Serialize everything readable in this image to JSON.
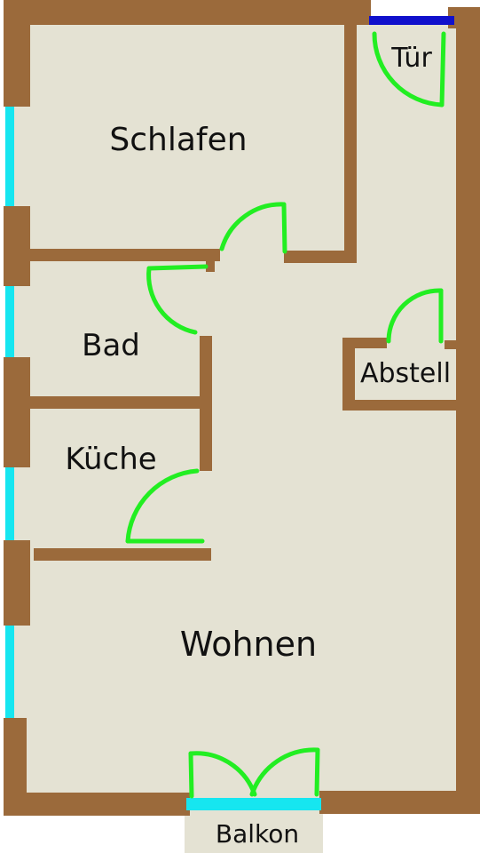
{
  "rooms": {
    "schlafen": "Schlafen",
    "bad": "Bad",
    "kueche": "Küche",
    "wohnen": "Wohnen",
    "abstell": "Abstell",
    "tuer": "Tür",
    "balkon": "Balkon"
  },
  "colors": {
    "wall": "#9b6a3b",
    "floor": "#e4e2d3",
    "window": "#16e6f0",
    "door": "#22ee22",
    "entrance": "#1010cc",
    "balcony_floor": "#e4e2d3"
  }
}
